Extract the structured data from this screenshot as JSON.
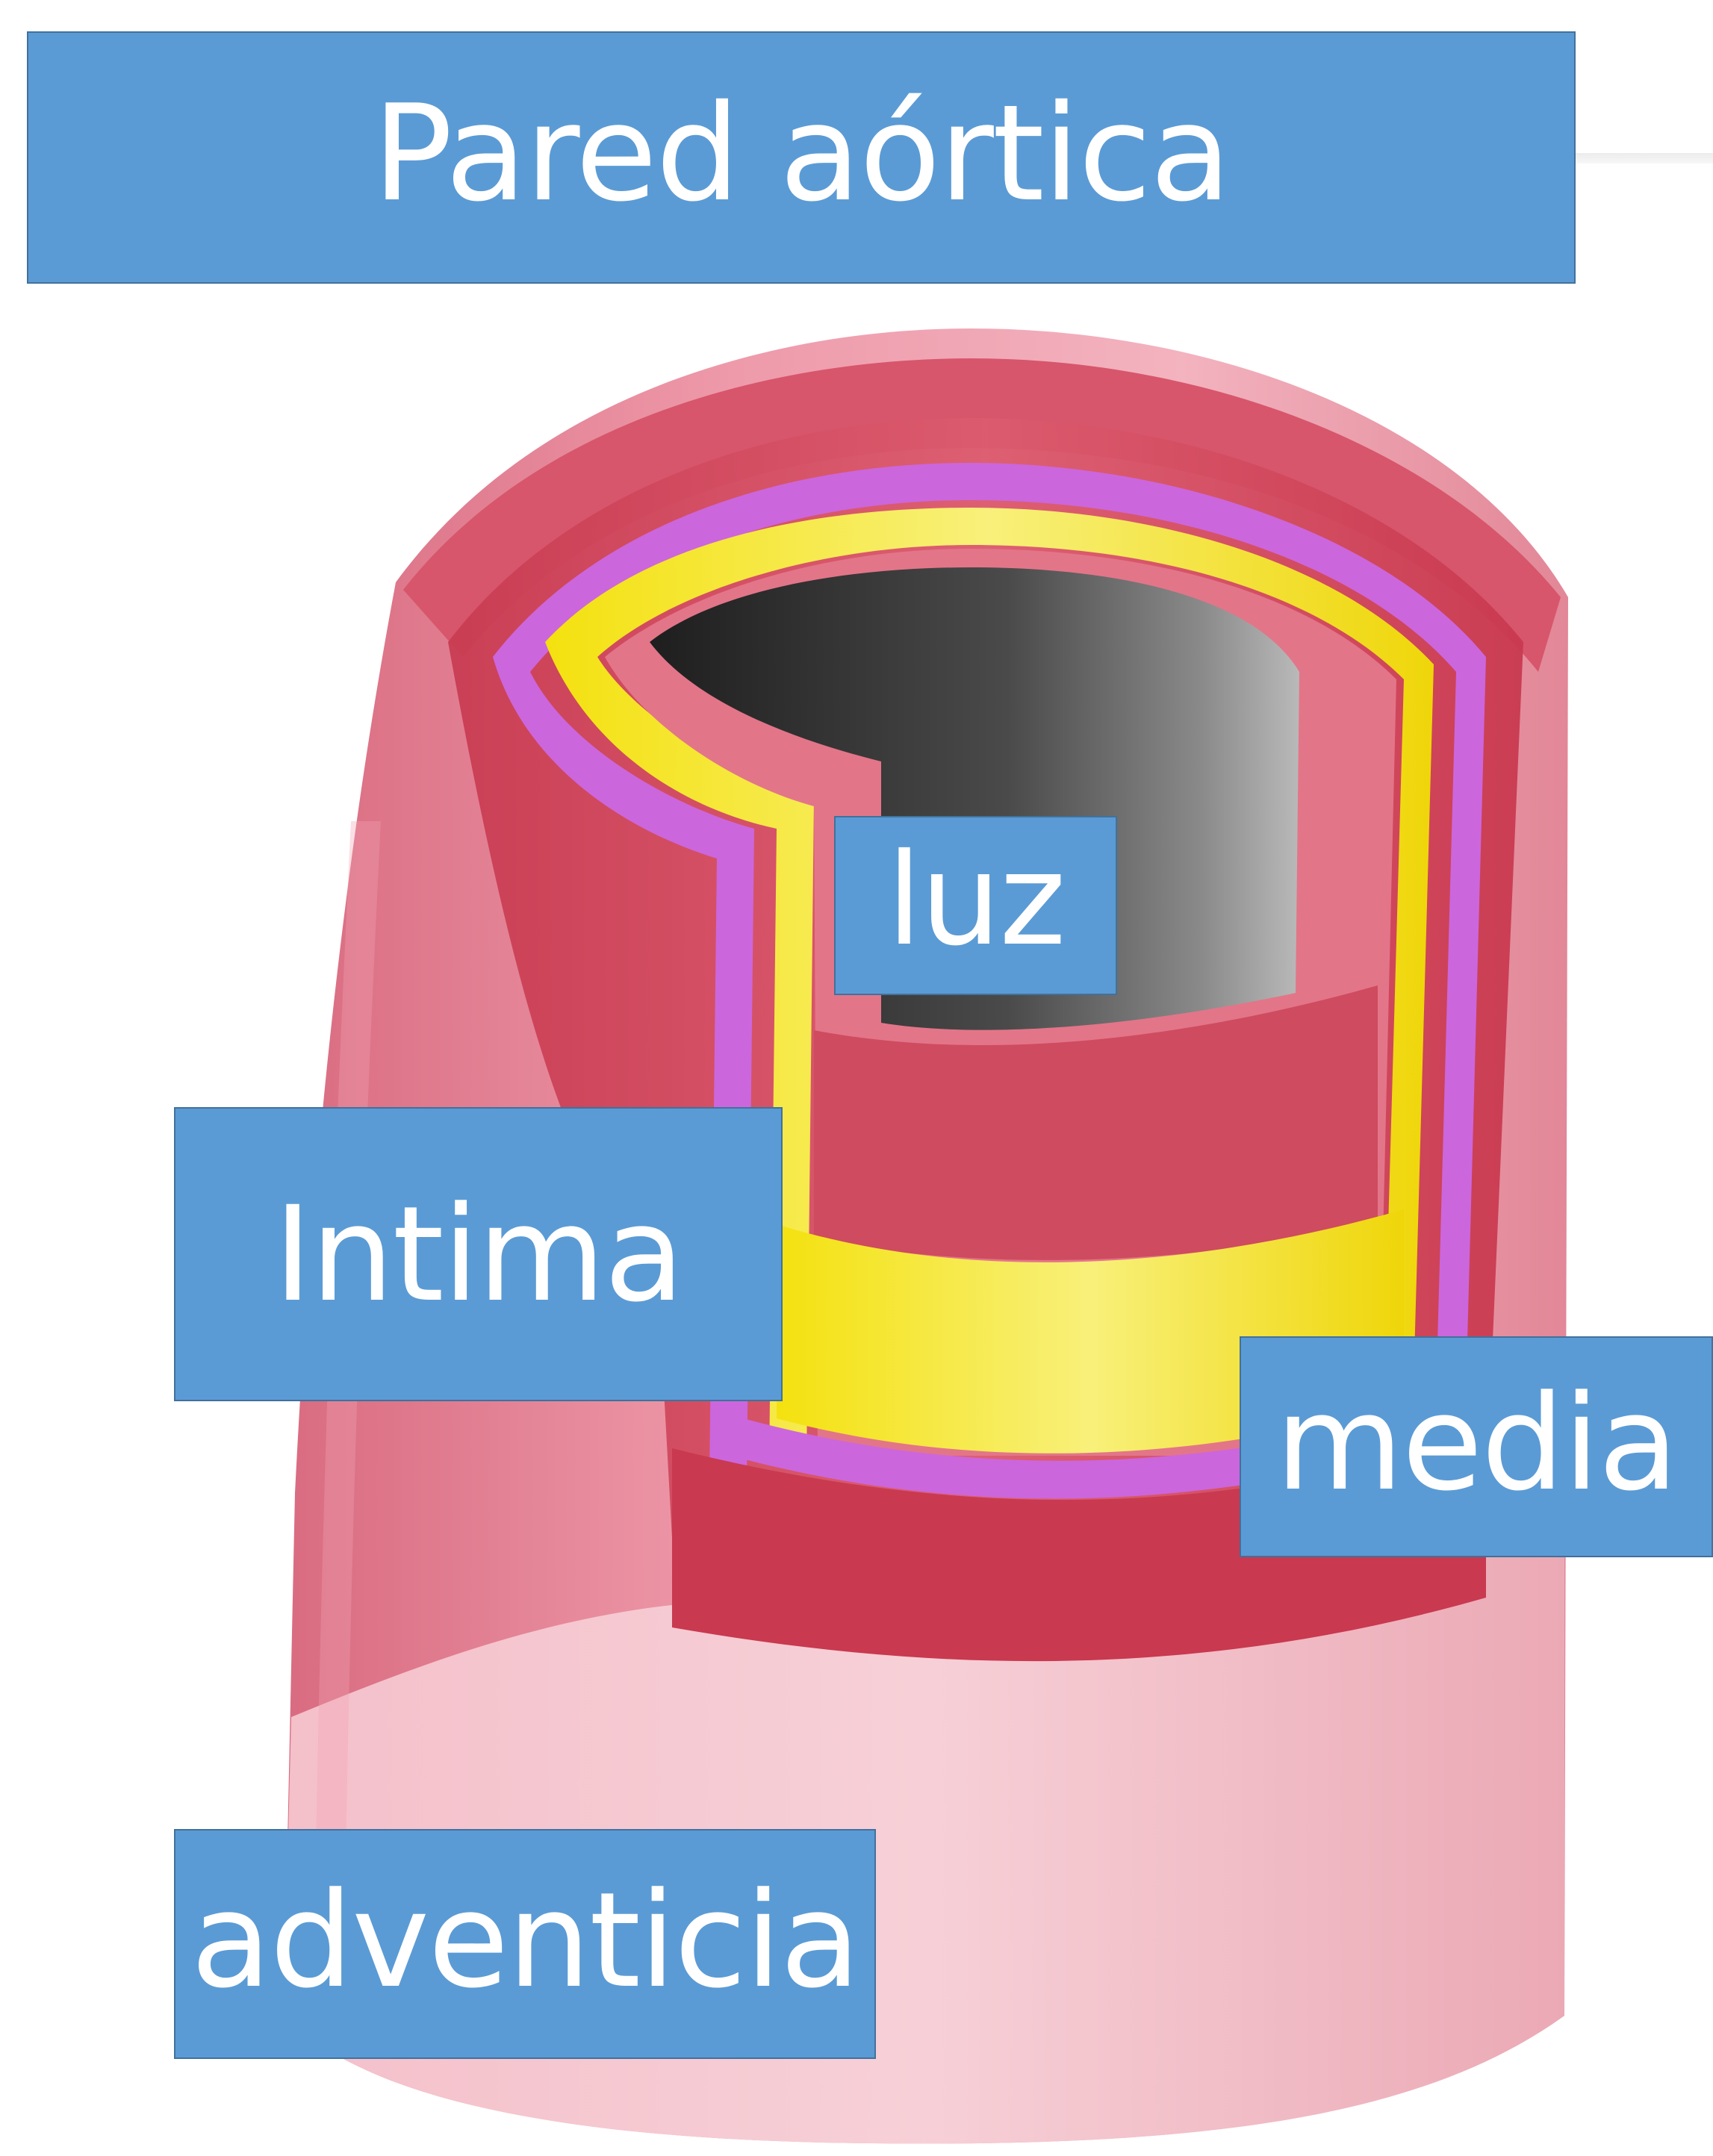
{
  "title": "Pared aórtica",
  "labels": {
    "luz": "luz",
    "intima": "Intima",
    "media": "media",
    "adventicia": "adventicia"
  },
  "colors": {
    "label_fill": "#5b9bd5",
    "label_border": "#41719c",
    "label_text": "#ffffff",
    "adventitia": "#e6889a",
    "media": "#d24a5e",
    "elastic_lamina": "#cc66dd",
    "intima": "#f2e21a",
    "lumen": "#2b2b2b"
  },
  "icons": [
    "artery-cross-section-illustration"
  ]
}
